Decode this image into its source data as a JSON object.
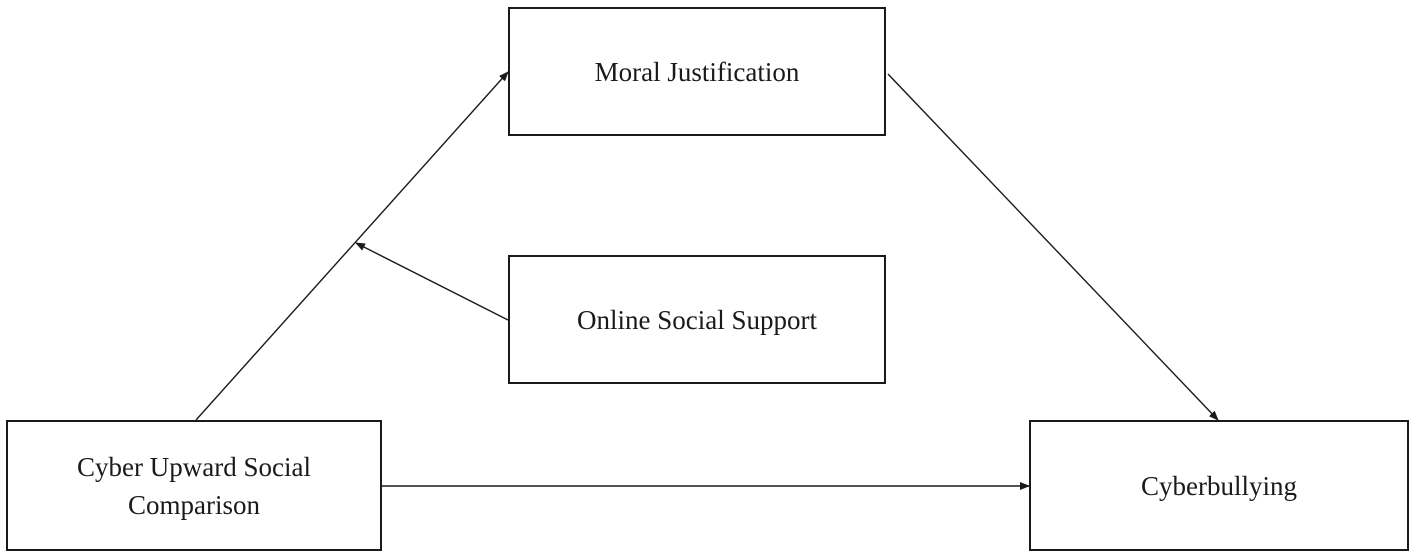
{
  "nodes": {
    "moral_justification": "Moral Justification",
    "online_social_support": "Online Social Support",
    "cyber_upward_social_comparison": "Cyber Upward Social\nComparison",
    "cyberbullying": "Cyberbullying"
  },
  "colors": {
    "stroke": "#1a1a1a",
    "background": "#ffffff"
  }
}
